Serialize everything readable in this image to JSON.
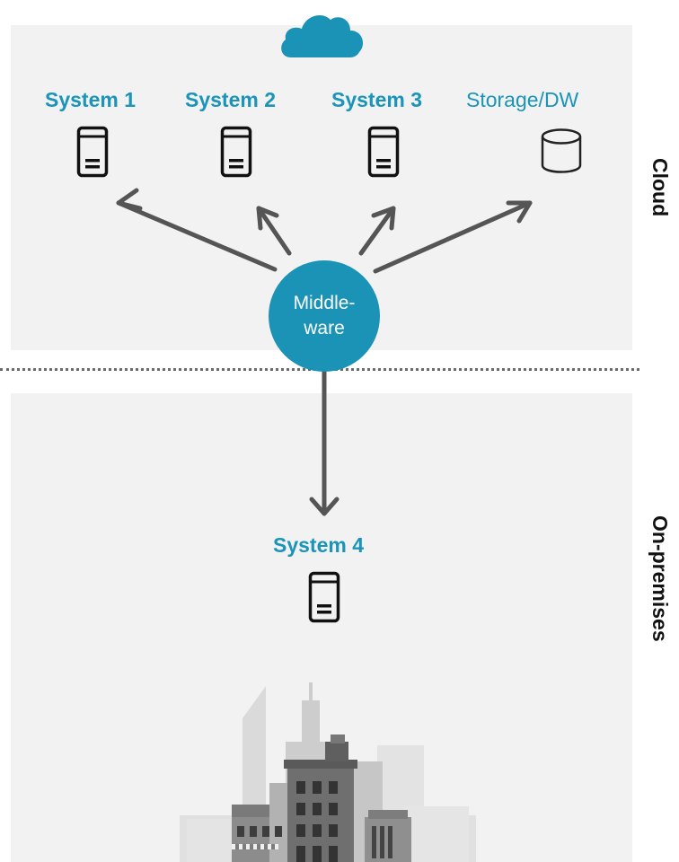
{
  "zones": {
    "cloud_label": "Cloud",
    "onprem_label": "On-premises"
  },
  "systems": [
    {
      "label": "System 1"
    },
    {
      "label": "System 2"
    },
    {
      "label": "System 3"
    },
    {
      "label": "Storage/DW"
    },
    {
      "label": "System 4"
    }
  ],
  "middleware": {
    "line1": "Middle-",
    "line2": "ware"
  },
  "colors": {
    "accent": "#1b93b6",
    "label_blue": "#1a94b8",
    "zone_bg": "#f2f2f2",
    "arrow": "#555555"
  },
  "icons": [
    "cloud-icon",
    "server-icon",
    "database-icon",
    "city-buildings-illustration"
  ]
}
